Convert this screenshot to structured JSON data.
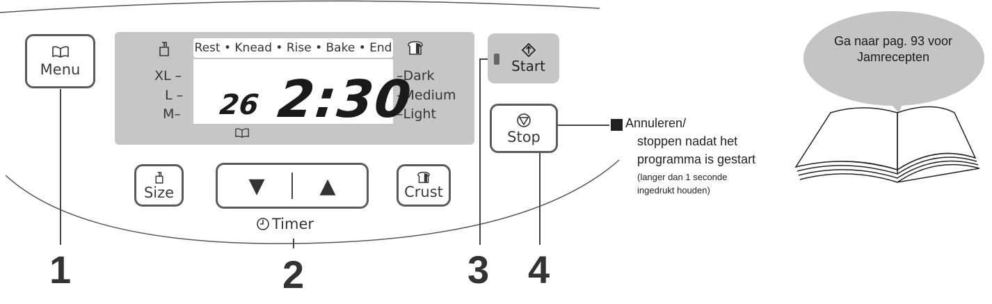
{
  "buttons": {
    "menu": "Menu",
    "size": "Size",
    "crust": "Crust",
    "start": "Start",
    "stop": "Stop",
    "down_arrow": "▼",
    "up_arrow": "▲"
  },
  "timer_label": "Timer",
  "display": {
    "stages": "Rest • Knead • Rise • Bake • End",
    "sizes": [
      "XL",
      "L",
      "M"
    ],
    "crust_levels": [
      "Dark",
      "Medium",
      "Light"
    ],
    "menu_number": "26",
    "time": "2:30"
  },
  "callouts": [
    "1",
    "2",
    "3",
    "4"
  ],
  "stop_note": {
    "line1": "Annuleren/",
    "line2": "stoppen nadat het",
    "line3": "programma is gestart",
    "line4": "(langer dan 1 seconde",
    "line5": "ingedrukt houden)"
  },
  "bubble": {
    "line1": "Ga naar pag. 93 voor",
    "line2": "Jamrecepten"
  },
  "colors": {
    "panel_gray": "#c6c6c6",
    "button_border": "#5a5a5a",
    "text": "#231f20"
  },
  "icons": [
    "book-icon",
    "weight-icon",
    "bread-icon",
    "start-icon",
    "stop-icon",
    "timer-icon"
  ]
}
